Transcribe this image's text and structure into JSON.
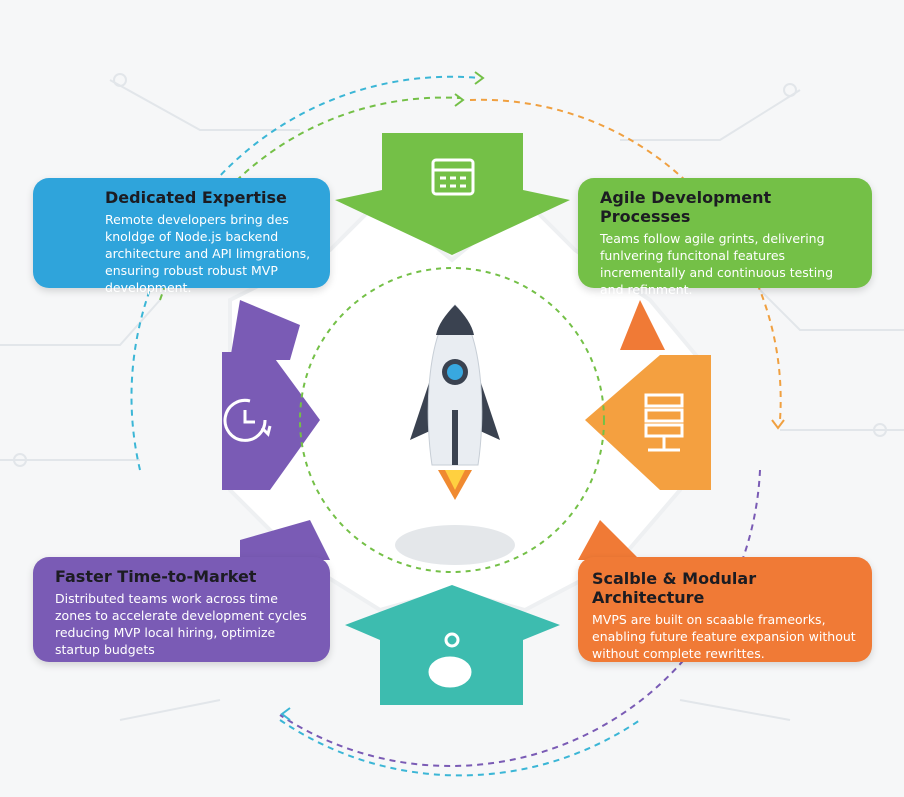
{
  "cards": {
    "dedicated": {
      "title": "Dedicated Expertise",
      "body": "Remote developers bring des knoldge of Node.js backend architecture and API limgrations, ensuring robust robust MVP development.",
      "color": "#2fa4db"
    },
    "agile": {
      "title": "Agile Development Processes",
      "body": "Teams follow agile grints, delivering funlvering funcitonal features incrementally and continuous testing and refinment.",
      "color": "#74c047"
    },
    "faster": {
      "title": "Faster Time-to-Market",
      "body": "Distributed teams work across time zones to accelerate development cycles reducing MVP local hiring, optimize startup budgets",
      "color": "#7a5bb5"
    },
    "scalable": {
      "title": "Scalble & Modular Architecture",
      "body": "MVPS are built on scaable frameorks, enabling future feature expansion without without complete rewrittes.",
      "color": "#f07a36"
    }
  },
  "icons": [
    "developer-icon",
    "calendar-icon",
    "clock-icon",
    "server-icon",
    "piggy-bank-icon",
    "rocket-icon"
  ]
}
